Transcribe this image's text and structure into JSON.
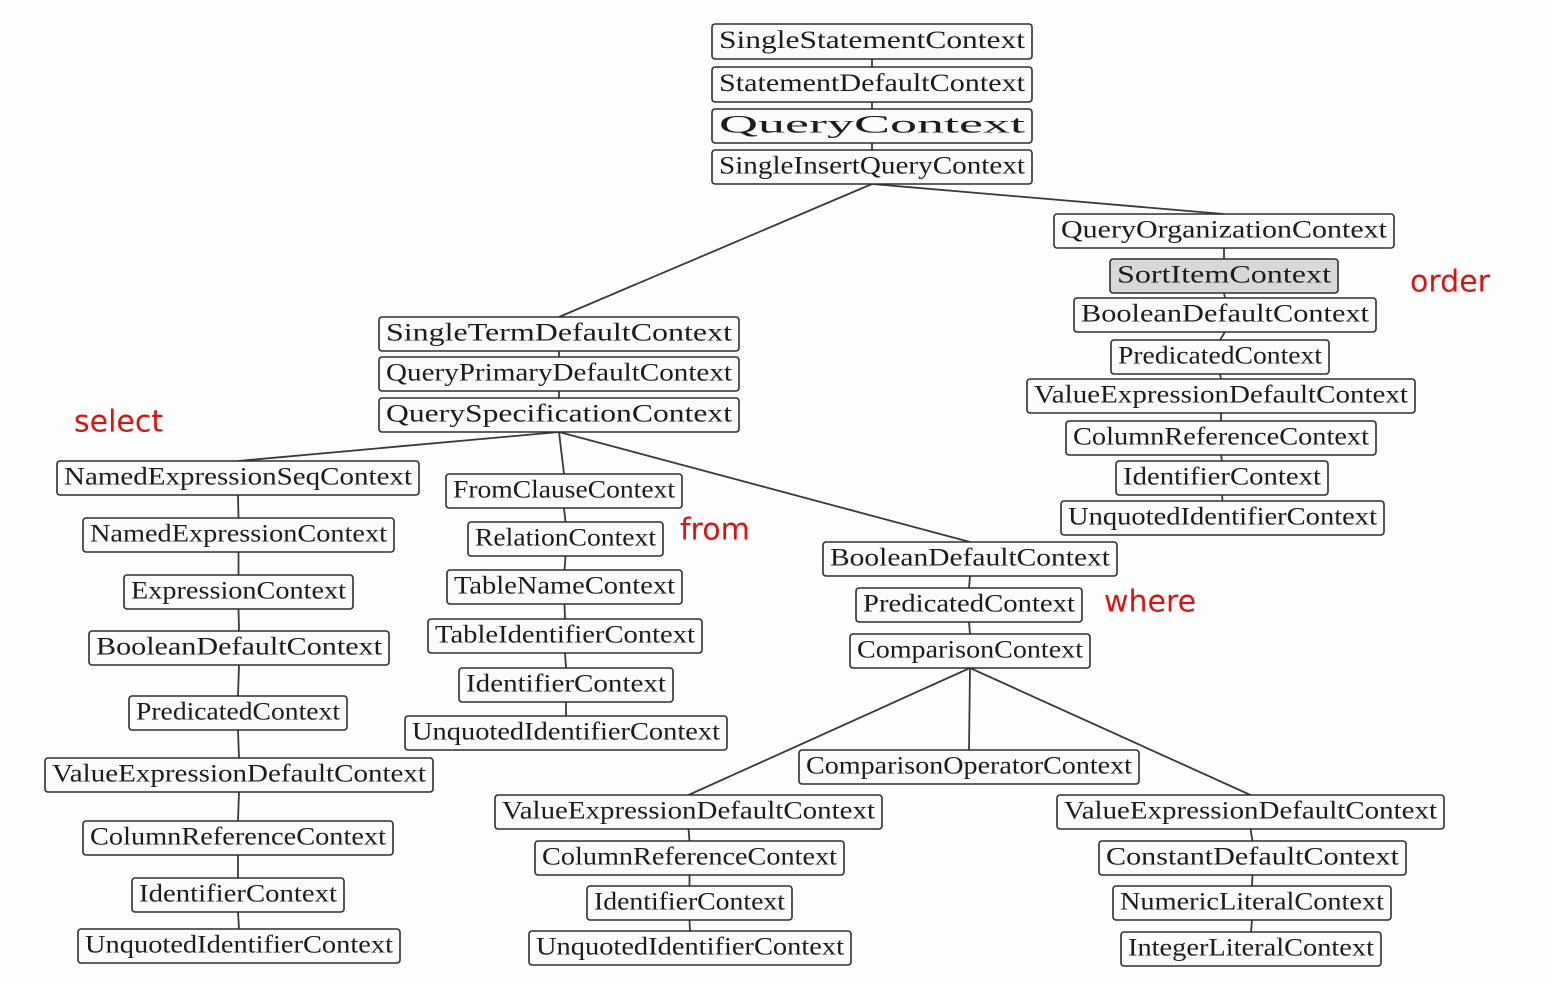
{
  "nodes": [
    {
      "id": "n1",
      "label": "SingleStatementContext"
    },
    {
      "id": "n2",
      "label": "StatementDefaultContext"
    },
    {
      "id": "n3",
      "label": "QueryContext"
    },
    {
      "id": "n4",
      "label": "SingleInsertQueryContext"
    },
    {
      "id": "o1",
      "label": "QueryOrganizationContext"
    },
    {
      "id": "o2",
      "label": "SortItemContext",
      "highlighted": true
    },
    {
      "id": "o3",
      "label": "BooleanDefaultContext"
    },
    {
      "id": "o4",
      "label": "PredicatedContext"
    },
    {
      "id": "o5",
      "label": "ValueExpressionDefaultContext"
    },
    {
      "id": "o6",
      "label": "ColumnReferenceContext"
    },
    {
      "id": "o7",
      "label": "IdentifierContext"
    },
    {
      "id": "o8",
      "label": "UnquotedIdentifierContext"
    },
    {
      "id": "q1",
      "label": "SingleTermDefaultContext"
    },
    {
      "id": "q2",
      "label": "QueryPrimaryDefaultContext"
    },
    {
      "id": "q3",
      "label": "QuerySpecificationContext"
    },
    {
      "id": "s1",
      "label": "NamedExpressionSeqContext"
    },
    {
      "id": "s2",
      "label": "NamedExpressionContext"
    },
    {
      "id": "s3",
      "label": "ExpressionContext"
    },
    {
      "id": "s4",
      "label": "BooleanDefaultContext"
    },
    {
      "id": "s5",
      "label": "PredicatedContext"
    },
    {
      "id": "s6",
      "label": "ValueExpressionDefaultContext"
    },
    {
      "id": "s7",
      "label": "ColumnReferenceContext"
    },
    {
      "id": "s8",
      "label": "IdentifierContext"
    },
    {
      "id": "s9",
      "label": "UnquotedIdentifierContext"
    },
    {
      "id": "f1",
      "label": "FromClauseContext"
    },
    {
      "id": "f2",
      "label": "RelationContext"
    },
    {
      "id": "f3",
      "label": "TableNameContext"
    },
    {
      "id": "f4",
      "label": "TableIdentifierContext"
    },
    {
      "id": "f5",
      "label": "IdentifierContext"
    },
    {
      "id": "f6",
      "label": "UnquotedIdentifierContext"
    },
    {
      "id": "w1",
      "label": "BooleanDefaultContext"
    },
    {
      "id": "w2",
      "label": "PredicatedContext"
    },
    {
      "id": "w3",
      "label": "ComparisonContext"
    },
    {
      "id": "c1",
      "label": "ComparisonOperatorContext"
    },
    {
      "id": "l1",
      "label": "ValueExpressionDefaultContext"
    },
    {
      "id": "l2",
      "label": "ColumnReferenceContext"
    },
    {
      "id": "l3",
      "label": "IdentifierContext"
    },
    {
      "id": "l4",
      "label": "UnquotedIdentifierContext"
    },
    {
      "id": "r1",
      "label": "ValueExpressionDefaultContext"
    },
    {
      "id": "r2",
      "label": "ConstantDefaultContext"
    },
    {
      "id": "r3",
      "label": "NumericLiteralContext"
    },
    {
      "id": "r4",
      "label": "IntegerLiteralContext"
    }
  ],
  "edges": [
    [
      "n1",
      "n2"
    ],
    [
      "n2",
      "n3"
    ],
    [
      "n3",
      "n4"
    ],
    [
      "n4",
      "q1"
    ],
    [
      "n4",
      "o1"
    ],
    [
      "o1",
      "o2"
    ],
    [
      "o2",
      "o3"
    ],
    [
      "o3",
      "o4"
    ],
    [
      "o4",
      "o5"
    ],
    [
      "o5",
      "o6"
    ],
    [
      "o6",
      "o7"
    ],
    [
      "o7",
      "o8"
    ],
    [
      "q1",
      "q2"
    ],
    [
      "q2",
      "q3"
    ],
    [
      "q3",
      "s1"
    ],
    [
      "q3",
      "f1"
    ],
    [
      "q3",
      "w1"
    ],
    [
      "s1",
      "s2"
    ],
    [
      "s2",
      "s3"
    ],
    [
      "s3",
      "s4"
    ],
    [
      "s4",
      "s5"
    ],
    [
      "s5",
      "s6"
    ],
    [
      "s6",
      "s7"
    ],
    [
      "s7",
      "s8"
    ],
    [
      "s8",
      "s9"
    ],
    [
      "f1",
      "f2"
    ],
    [
      "f2",
      "f3"
    ],
    [
      "f3",
      "f4"
    ],
    [
      "f4",
      "f5"
    ],
    [
      "f5",
      "f6"
    ],
    [
      "w1",
      "w2"
    ],
    [
      "w2",
      "w3"
    ],
    [
      "w3",
      "c1"
    ],
    [
      "w3",
      "l1"
    ],
    [
      "w3",
      "r1"
    ],
    [
      "l1",
      "l2"
    ],
    [
      "l2",
      "l3"
    ],
    [
      "l3",
      "l4"
    ],
    [
      "r1",
      "r2"
    ],
    [
      "r2",
      "r3"
    ],
    [
      "r3",
      "r4"
    ]
  ],
  "annotations": {
    "order": "order",
    "select": "select",
    "from": "from",
    "where": "where"
  },
  "colors": {
    "annotation": "#e01010",
    "highlight_fill": "#d8d8d8"
  }
}
